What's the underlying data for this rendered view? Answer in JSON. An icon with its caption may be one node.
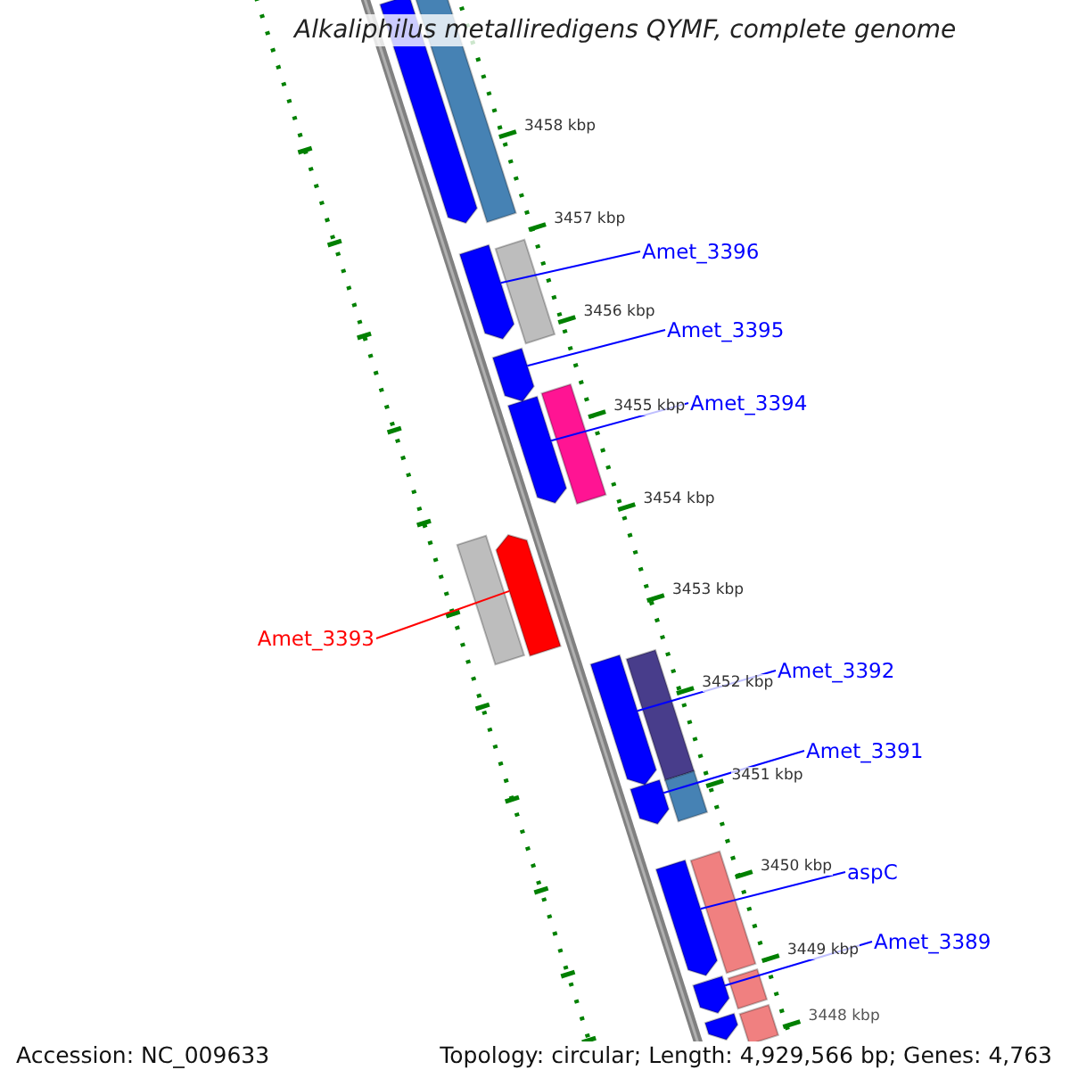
{
  "diagram": {
    "title": "Alkaliphilus metalliredigens QYMF, complete genome",
    "nodes": [
      {
        "text": [
          "Amet_3396"
        ]
      },
      {
        "text": [],
        "shape": "arrow"
      },
      {
        "text": [
          "Amet_3395"
        ]
      },
      {
        "text": [],
        "shape": "arrow"
      },
      {
        "text": [
          "Amet_3394"
        ]
      },
      {
        "text": [],
        "shape": "arrow"
      },
      {
        "text": [
          "Amet_3393"
        ]
      },
      {
        "text": [],
        "shape": "arrow"
      },
      {
        "text": [
          "Amet_3392"
        ]
      },
      {
        "text": [],
        "shape": "arrow"
      },
      {
        "text": [
          "Amet_3391"
        ]
      },
      {
        "text": [],
        "shape": "arrow"
      },
      {
        "text": [
          "aspC"
        ]
      },
      {
        "text": [],
        "shape": "arrow"
      },
      {
        "text": [
          "Amet_3389"
        ]
      },
      {
        "text": [],
        "shape": "arrow"
      },
      {
        "text": [],
        "shape": "arrow"
      },
      {
        "text": [],
        "shape": "bar"
      },
      {
        "text": [],
        "shape": "bar"
      },
      {
        "text": [],
        "shape": "bar"
      },
      {
        "text": [],
        "shape": "bar"
      },
      {
        "text": [],
        "shape": "bar"
      },
      {
        "text": [],
        "shape": "bar"
      },
      {
        "text": [],
        "shape": "bar"
      },
      {
        "text": [],
        "shape": "bar"
      },
      {
        "text": [],
        "shape": "bar"
      },
      {
        "text": [],
        "shape": "arrow"
      }
    ],
    "edges": [
      {
        "from": 0,
        "to": 1,
        "arrow": "none"
      },
      {
        "from": 2,
        "to": 3,
        "arrow": "none"
      },
      {
        "from": 4,
        "to": 5,
        "arrow": "none"
      },
      {
        "from": 6,
        "to": 7,
        "arrow": "none",
        "color": "#ff0000"
      },
      {
        "from": 8,
        "to": 9,
        "arrow": "none"
      },
      {
        "from": 10,
        "to": 11,
        "arrow": "none"
      },
      {
        "from": 12,
        "to": 13,
        "arrow": "none"
      },
      {
        "from": 14,
        "to": 15,
        "arrow": "none"
      }
    ],
    "labels": [
      "3458 kbp",
      "3457 kbp",
      "3456 kbp",
      "3455 kbp",
      "3454 kbp",
      "3453 kbp",
      "3452 kbp",
      "3451 kbp",
      "3450 kbp",
      "3449 kbp",
      "3448 kbp",
      "Accession: NC_009633",
      "Topology: circular; Length: 4,929,566 bp; Genes: 4,763"
    ]
  }
}
